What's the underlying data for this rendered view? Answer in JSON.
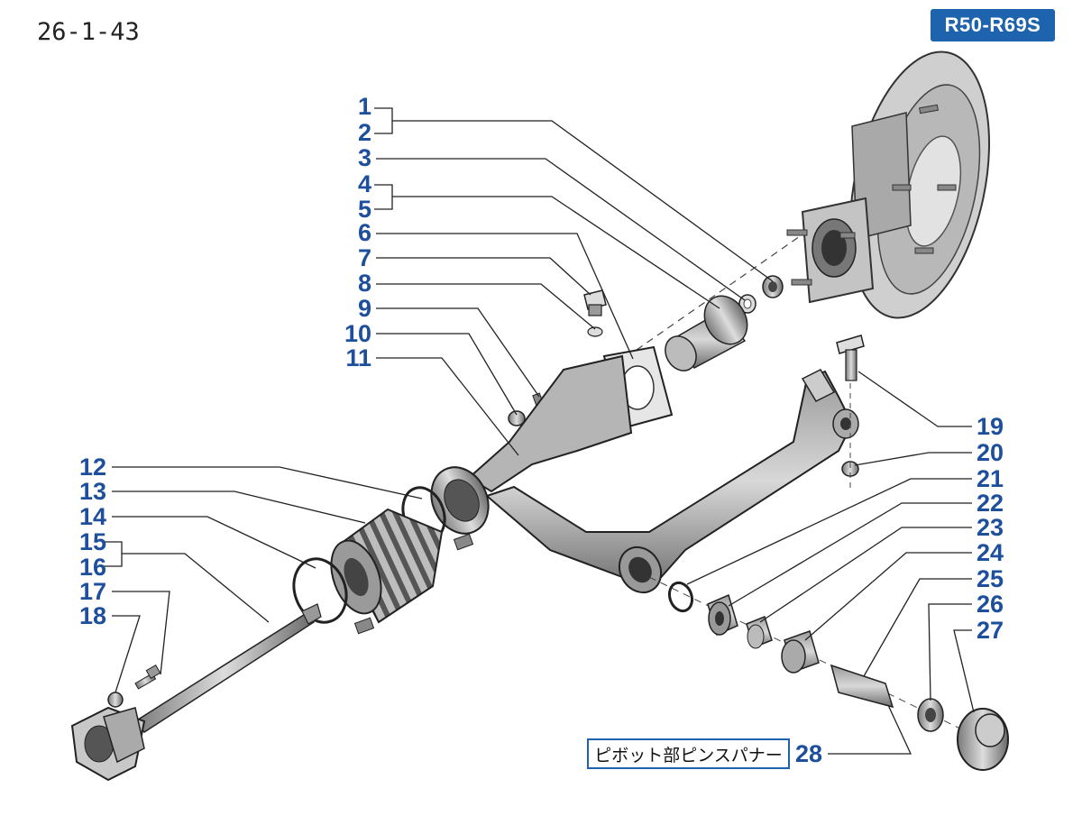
{
  "page_ref": "26-1-43",
  "model_range": "R50-R69S",
  "tool_label": "ピボット部ピンスパナー",
  "callouts": [
    "1",
    "2",
    "3",
    "4",
    "5",
    "6",
    "7",
    "8",
    "9",
    "10",
    "11",
    "12",
    "13",
    "14",
    "15",
    "16",
    "17",
    "18",
    "19",
    "20",
    "21",
    "22",
    "23",
    "24",
    "25",
    "26",
    "27",
    "28"
  ],
  "colors": {
    "callout_blue": "#1d4f9c",
    "badge_blue": "#1d63ad",
    "leader": "#222222"
  }
}
